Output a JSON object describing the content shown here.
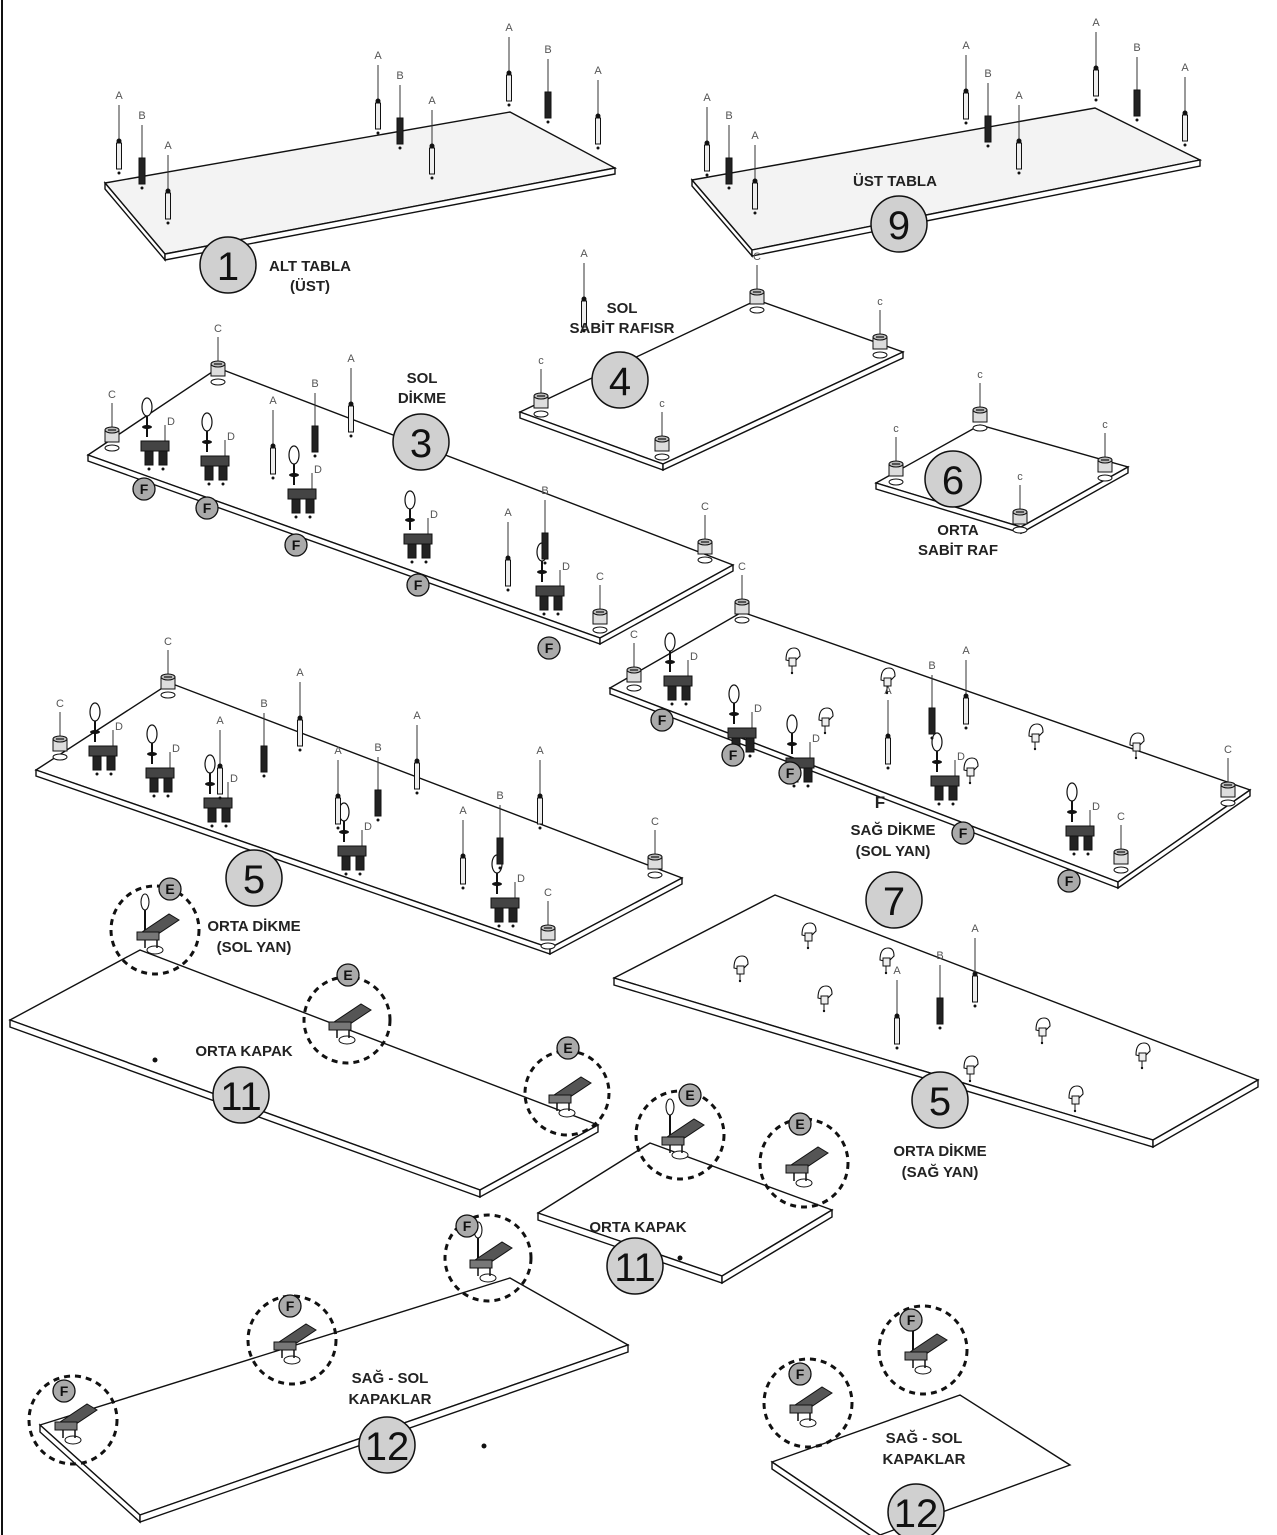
{
  "labels": {
    "alt_tabla_l1": "ALT TABLA",
    "alt_tabla_l2": "(ÜST)",
    "ust_tabla": "ÜST TABLA",
    "sol_sabit_l1": "SOL",
    "sol_sabit_l2": "SABİT RAFISR",
    "sol_dikme_l1": "SOL",
    "sol_dikme_l2": "DİKME",
    "orta_sabit_l1": "ORTA",
    "orta_sabit_l2": "SABİT RAF",
    "sag_dikme_f": "F",
    "sag_dikme_l1": "SAĞ DİKME",
    "sag_dikme_l2": "(SOL YAN)",
    "orta_dikme_sol_l1": "ORTA DİKME",
    "orta_dikme_sol_l2": "(SOL YAN)",
    "orta_dikme_sag_l1": "ORTA DİKME",
    "orta_dikme_sag_l2": "(SAĞ YAN)",
    "orta_kapak_a": "ORTA KAPAK",
    "orta_kapak_b": "ORTA KAPAK",
    "sag_sol_a_l1": "SAĞ - SOL",
    "sag_sol_a_l2": "KAPAKLAR",
    "sag_sol_b_l1": "SAĞ - SOL",
    "sag_sol_b_l2": "KAPAKLAR"
  },
  "part_numbers": {
    "p1": "1",
    "p9": "9",
    "p4": "4",
    "p3": "3",
    "p6": "6",
    "p5a": "5",
    "p7": "7",
    "p5b": "5",
    "p11a": "11",
    "p11b": "11",
    "p12a": "12",
    "p12b": "12"
  },
  "hardware_tags": {
    "a": "A",
    "b": "B",
    "c": "C",
    "c_small": "c",
    "d": "D",
    "e": "E",
    "f": "F"
  }
}
